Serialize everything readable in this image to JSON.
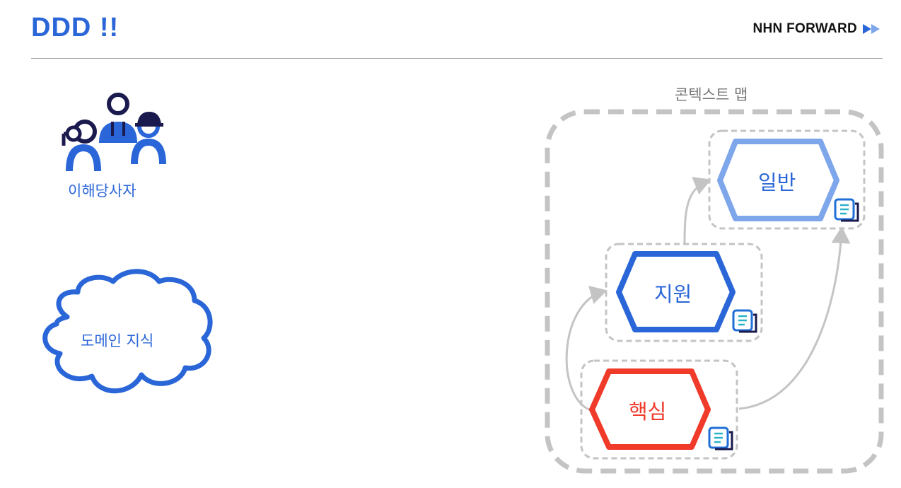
{
  "header": {
    "title": "DDD !!",
    "brand": "NHN FORWARD",
    "brand_icon": "double-play-icon"
  },
  "colors": {
    "accent": "#2a66d8",
    "light_blue": "#7ea6ea",
    "core_red": "#f03a2a",
    "dash_gray": "#c4c4c4",
    "navy": "#1a1a4e"
  },
  "left": {
    "stakeholders_label": "이해당사자",
    "stakeholders_icon": "people-group-icon",
    "domain_knowledge_label": "도메인 지식",
    "domain_knowledge_icon": "cloud-icon"
  },
  "context_map": {
    "label": "콘텍스트 맵",
    "domains": {
      "generic": "일반",
      "supporting": "지원",
      "core": "핵심"
    },
    "document_icon": "document-icon"
  }
}
